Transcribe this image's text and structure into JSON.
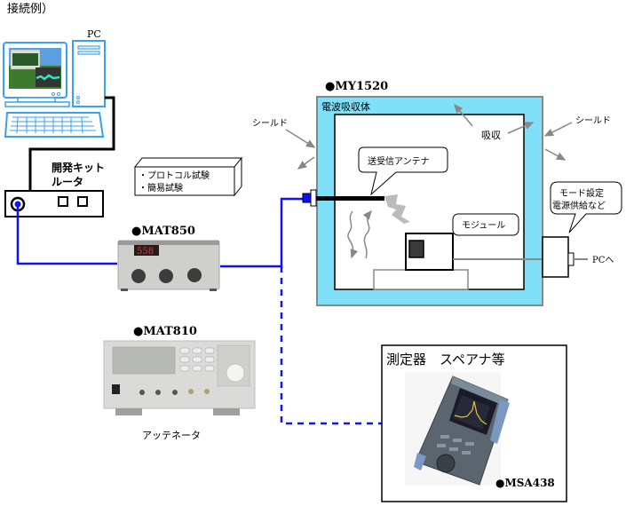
{
  "title": "接続例）",
  "pc": {
    "label": "PC"
  },
  "router": {
    "label_line1": "開発キット",
    "label_line2": "ルータ"
  },
  "protocol_box": {
    "line1": "・プロトコル試験",
    "line2": "・簡易試験"
  },
  "mat850": {
    "label": "●MAT850",
    "display_value": "558"
  },
  "mat810": {
    "label": "●MAT810",
    "caption": "アッテネータ"
  },
  "chamber": {
    "label": "●MY1520",
    "absorber_label": "電波吸収体",
    "shield_left": "シールド",
    "shield_right": "シールド",
    "absorb": "吸収",
    "antenna_callout": "送受信アンテナ",
    "module_callout": "モジュール"
  },
  "control_box": {
    "callout_line1": "モード設定",
    "callout_line2": "電源供給など",
    "pc_label": "PCへ"
  },
  "analyzer": {
    "title": "測定器　スペアナ等",
    "model": "●MSA438"
  },
  "colors": {
    "cable_blue": "#1010ff",
    "absorber": "#80e0f8",
    "monitor_blue": "#3aa0f0",
    "gray_arrow": "#888888"
  }
}
